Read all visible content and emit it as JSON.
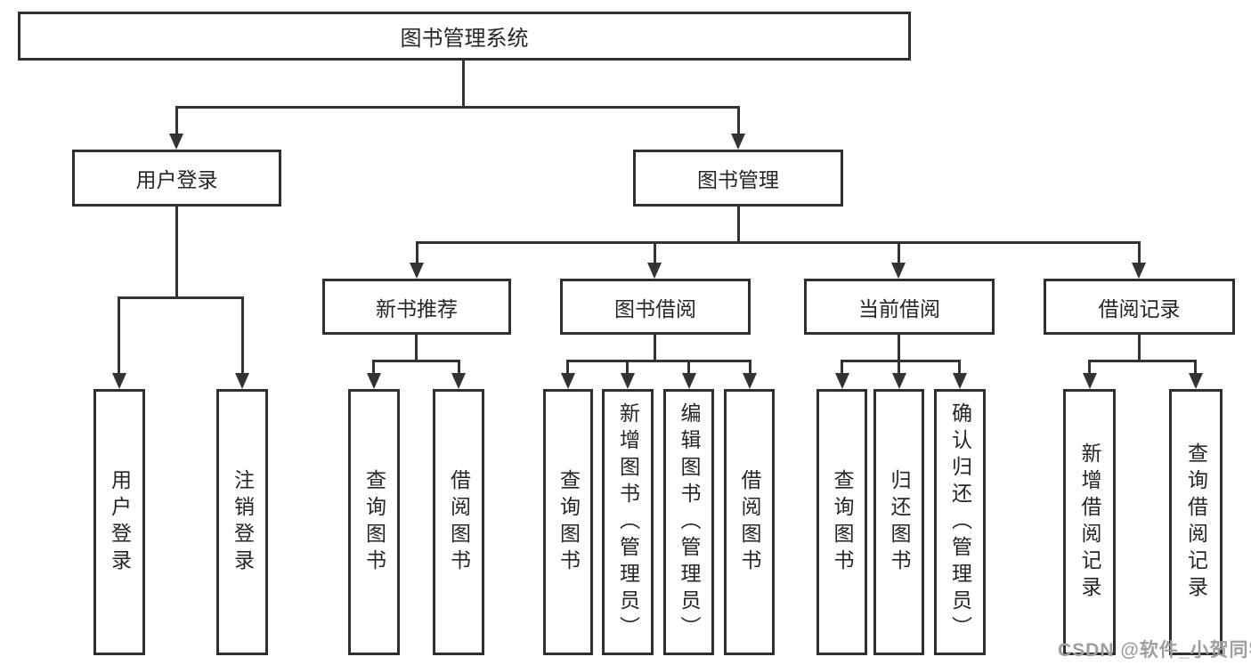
{
  "diagram": {
    "title": "图书管理系统",
    "root": {
      "label": "图书管理系统"
    },
    "level2": [
      {
        "label": "用户登录"
      },
      {
        "label": "图书管理"
      }
    ],
    "level3": [
      {
        "label": "新书推荐"
      },
      {
        "label": "图书借阅"
      },
      {
        "label": "当前借阅"
      },
      {
        "label": "借阅记录"
      }
    ],
    "leaves": {
      "user_login": [
        "用户登录",
        "注销登录"
      ],
      "new_book": [
        "查询图书",
        "借阅图书"
      ],
      "borrow": [
        "查询图书",
        "新增图书（管理员）",
        "编辑图书（管理员）",
        "借阅图书"
      ],
      "current": [
        "查询图书",
        "归还图书",
        "确认归还（管理员）"
      ],
      "records": [
        "新增借阅记录",
        "查询借阅记录"
      ]
    },
    "colors": {
      "line": "#333333",
      "border": "#2f2f2f",
      "text": "#262626",
      "watermark": "#9e9e9e"
    },
    "watermark": "CSDN @软件_小贺同学"
  }
}
